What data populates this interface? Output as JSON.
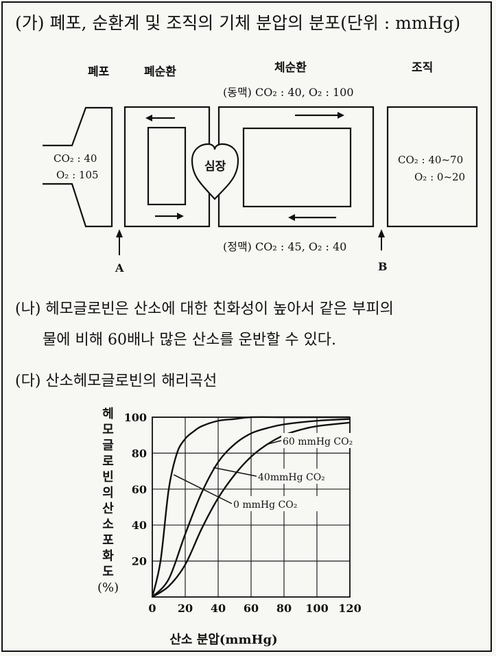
{
  "section_ga": {
    "title": "(가) 폐포, 순환계 및 조직의 기체 분압의 분포(단위 : mmHg)",
    "labels": {
      "alveoli": "폐포",
      "pulmonary": "폐순환",
      "systemic": "체순환",
      "tissue": "조직",
      "artery": "(동맥) CO₂ : 40, O₂ : 100",
      "vein": "(정맥) CO₂ : 45, O₂ : 40",
      "alveoli_co2": "CO₂ : 40",
      "alveoli_o2": "O₂ : 105",
      "tissue_co2": "CO₂ : 40~70",
      "tissue_o2": "O₂ : 0~20",
      "heart": "심장",
      "point_a": "A",
      "point_b": "B"
    }
  },
  "section_na": {
    "line1": "(나) 헤모글로빈은 산소에 대한 친화성이 높아서 같은 부피의",
    "line2": "물에 비해 60배나 많은 산소를 운반할 수 있다."
  },
  "section_da": {
    "title": "(다) 산소헤모글로빈의 해리곡선"
  },
  "chart_data": {
    "type": "line",
    "xlabel": "산소 분압(mmHg)",
    "ylabel": "헤모글로빈의 산소 포화도 (%)",
    "xlim": [
      0,
      120
    ],
    "ylim": [
      0,
      100
    ],
    "xticks": [
      0,
      20,
      40,
      60,
      80,
      100,
      120
    ],
    "yticks": [
      20,
      40,
      60,
      80,
      100
    ],
    "grid": true,
    "series": [
      {
        "name": "0 mmHg CO₂",
        "x": [
          0,
          5,
          10,
          15,
          20,
          25,
          30,
          40,
          50,
          60,
          80,
          100,
          120
        ],
        "y": [
          0,
          20,
          60,
          80,
          88,
          92,
          95,
          98,
          99,
          100,
          100,
          100,
          100
        ]
      },
      {
        "name": "40mmHg CO₂",
        "x": [
          0,
          10,
          20,
          30,
          40,
          50,
          60,
          70,
          80,
          100,
          120
        ],
        "y": [
          0,
          10,
          35,
          58,
          75,
          85,
          91,
          94,
          96,
          98,
          99
        ]
      },
      {
        "name": "60 mmHg CO₂",
        "x": [
          0,
          10,
          20,
          30,
          40,
          50,
          60,
          70,
          80,
          90,
          100,
          120
        ],
        "y": [
          0,
          6,
          18,
          38,
          55,
          68,
          78,
          85,
          90,
          93,
          95,
          97
        ]
      }
    ]
  }
}
